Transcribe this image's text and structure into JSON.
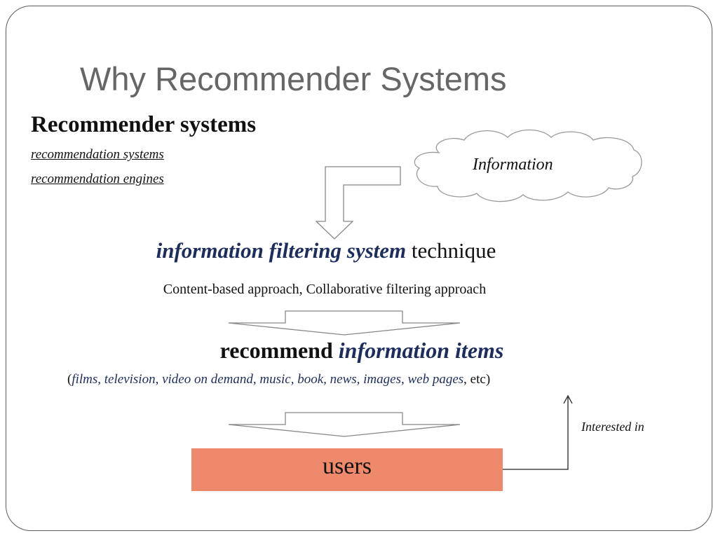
{
  "slide": {
    "title": "Why Recommender Systems",
    "heading": "Recommender systems",
    "aliases": [
      "recommendation systems",
      "recommendation engines"
    ]
  },
  "cloud": {
    "label": "Information"
  },
  "technique": {
    "emphasis": "information filtering system",
    "rest": " technique",
    "approaches": "Content-based approach, Collaborative filtering approach"
  },
  "recommend": {
    "lead": "recommend ",
    "emphasis": "information items"
  },
  "examples": {
    "open": "(",
    "list": "films, television, video on demand, music, book, news, images, web pages",
    "close": ", etc)"
  },
  "users": {
    "label": "users",
    "box_color": "#ee8a6b"
  },
  "feedback": {
    "label": "Interested in"
  },
  "colors": {
    "title": "#666666",
    "emphasis": "#1d2e5c",
    "outline": "#888888"
  }
}
